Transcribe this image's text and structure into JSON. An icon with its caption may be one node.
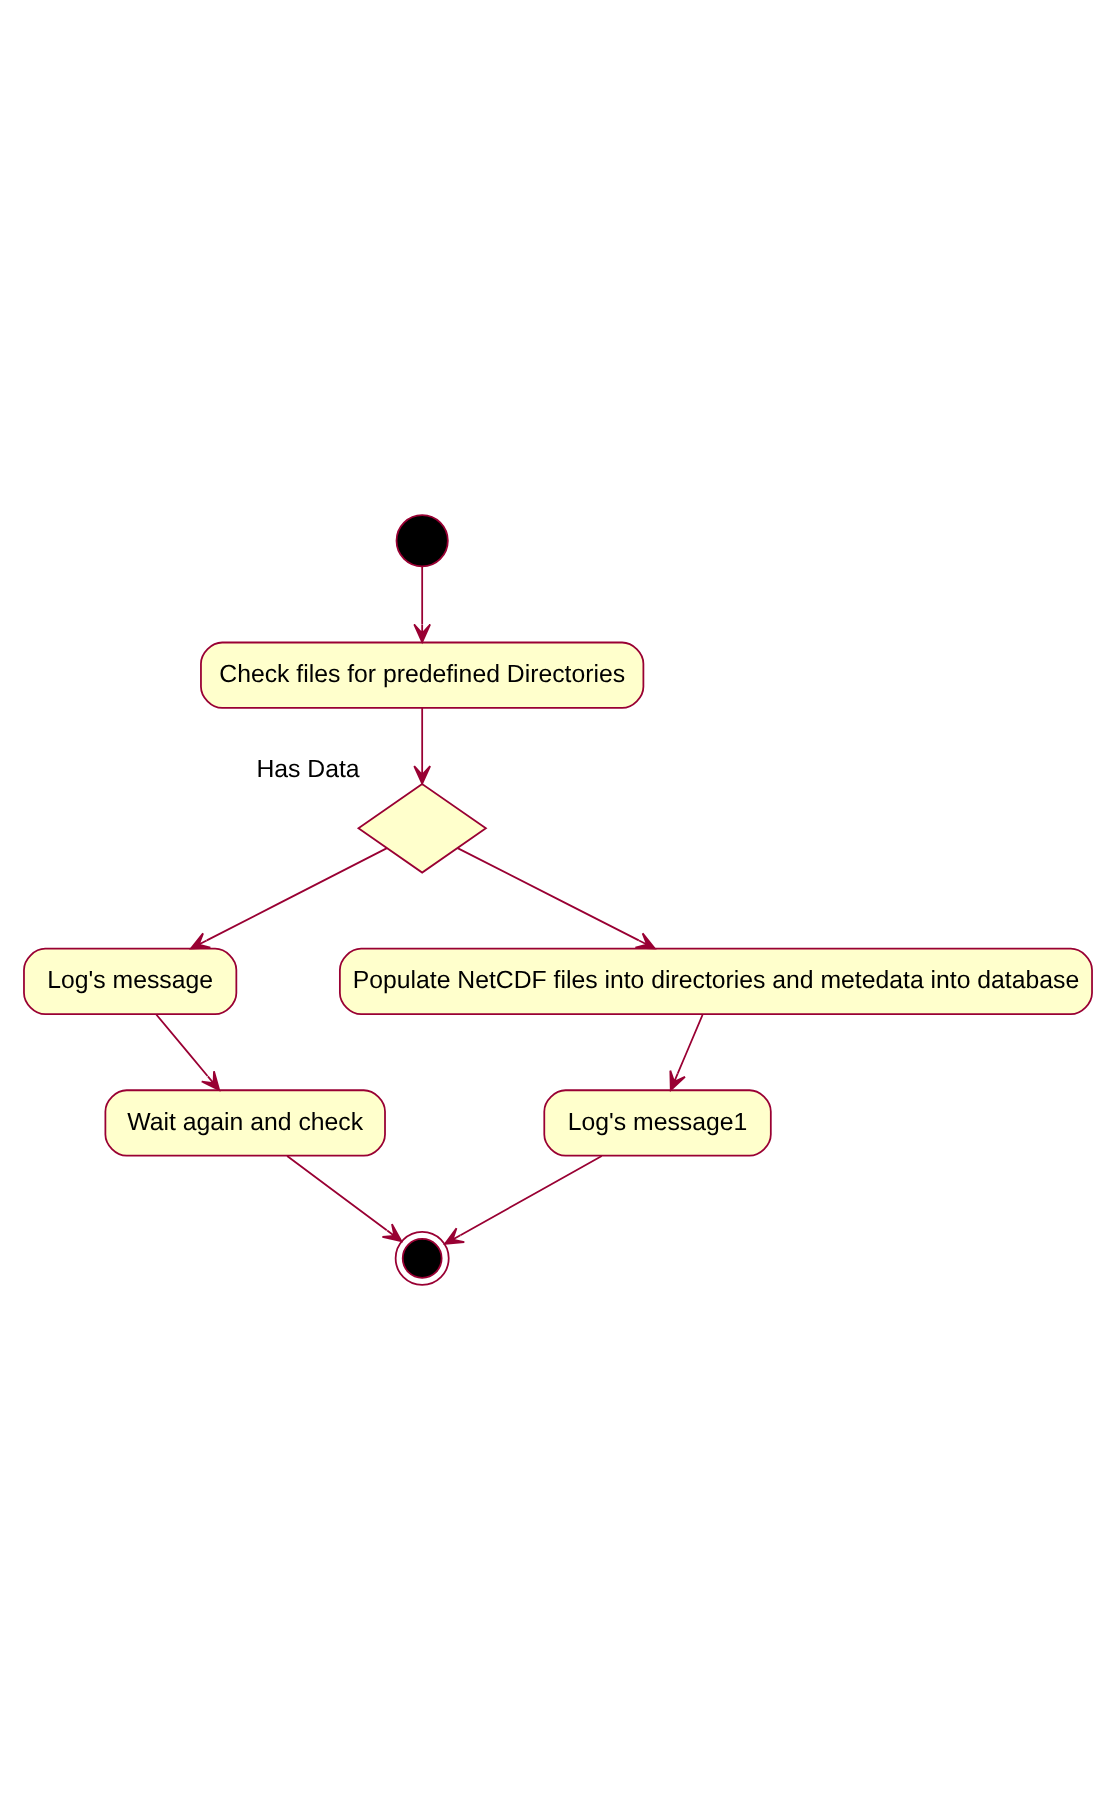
{
  "diagram": {
    "nodes": [
      {
        "text": [],
        "shape": "circle"
      },
      {
        "text": [
          "Check files for predefined Directories"
        ]
      },
      {
        "text": [],
        "shape": "diamond",
        "beside": [
          "Has Data"
        ]
      },
      {
        "text": [
          "Log's message"
        ]
      },
      {
        "text": [
          "Populate NetCDF files into directories and metedata into database"
        ]
      },
      {
        "text": [
          "Wait again and check"
        ]
      },
      {
        "text": [
          "Log's message1"
        ]
      },
      {
        "text": [],
        "shape": "circle"
      }
    ],
    "edges": [
      {
        "from": 0,
        "to": 1,
        "arrow": "to"
      },
      {
        "from": 1,
        "to": 2,
        "arrow": "to"
      },
      {
        "from": 2,
        "to": 3,
        "arrow": "to"
      },
      {
        "from": 2,
        "to": 4,
        "arrow": "to"
      },
      {
        "from": 3,
        "to": 5,
        "arrow": "to"
      },
      {
        "from": 4,
        "to": 6,
        "arrow": "to"
      },
      {
        "from": 5,
        "to": 7,
        "arrow": "to"
      },
      {
        "from": 6,
        "to": 7,
        "arrow": "to"
      }
    ]
  }
}
